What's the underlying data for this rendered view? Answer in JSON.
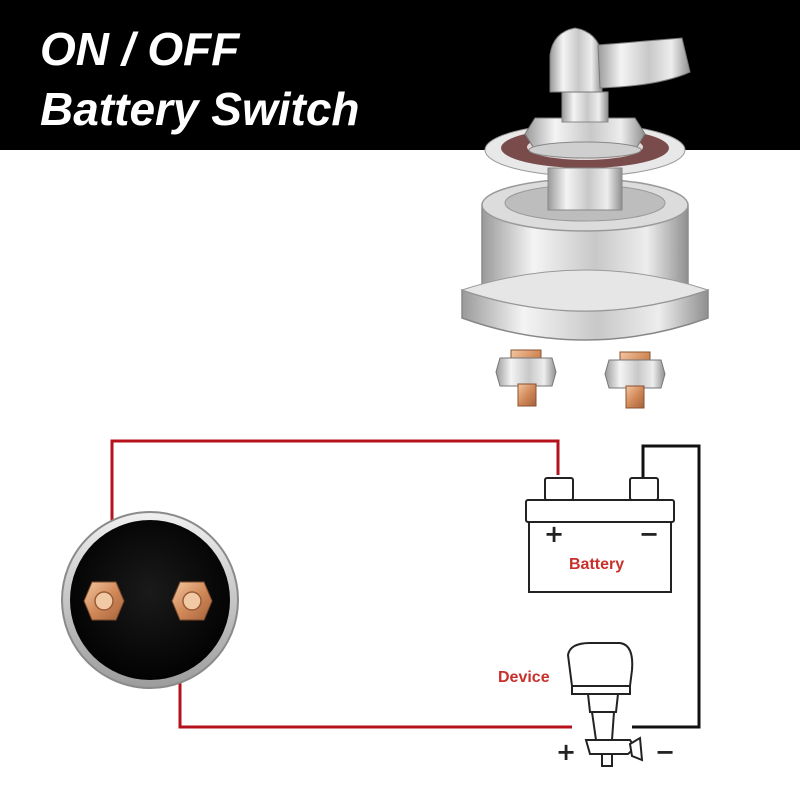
{
  "header": {
    "title_line1": "ON / OFF",
    "title_line2": "Battery Switch"
  },
  "battery": {
    "label": "Battery",
    "plus": "+",
    "minus": "−"
  },
  "device": {
    "label": "Device",
    "plus": "+",
    "minus": "−"
  },
  "colors": {
    "banner": "#000000",
    "title_text": "#ffffff",
    "wire_positive": "#b5121b",
    "wire_negative": "#111111",
    "label_text": "#c9302c",
    "terminal_copper": "#d9966a"
  },
  "icons": [
    "battery-switch-photo",
    "battery-icon",
    "outboard-motor-icon",
    "switch-terminal-face"
  ]
}
